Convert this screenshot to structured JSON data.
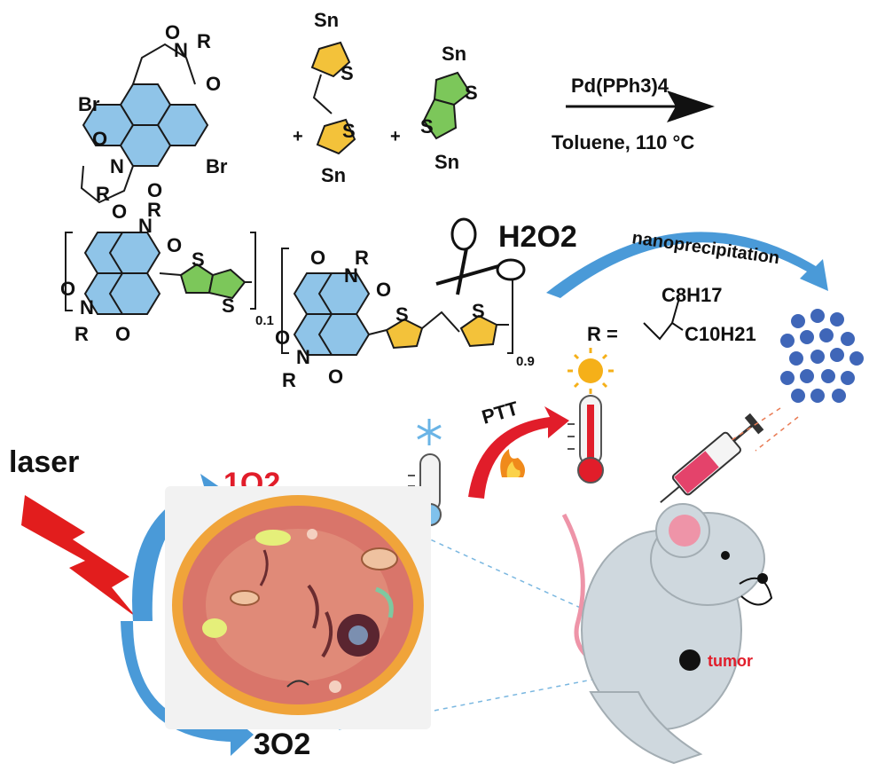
{
  "labels": {
    "catalyst": "Pd(PPh3)4",
    "conditions": "Toluene, 110 °C",
    "oxidant": "H2O2",
    "process": "nanoprecipitation",
    "r_equals": "R =",
    "r_branch_1": "C8H17",
    "r_branch_2": "C10H21",
    "subscript_a": "0.1",
    "subscript_b": "0.9",
    "therapy": "PTT",
    "light": "laser",
    "singlet_oxygen": "1O2",
    "triplet_oxygen": "3O2",
    "tumor": "tumor"
  },
  "colors": {
    "ndi_core": "#8fc4e8",
    "thiophene_vinyl": "#f3c23a",
    "thienothiophene": "#7cc75a",
    "nanoparticle": "#3f66b8",
    "accent_red": "#e11d2a",
    "arrow_blue": "#4a9ad8",
    "cell_membrane": "#f0a43a",
    "cell_interior": "#d9756a",
    "mouse_body": "#cfd8de"
  },
  "icons": [
    "scissors-icon",
    "sun-icon",
    "snowflake-icon",
    "flame-icon",
    "syringe-icon",
    "lightning-icon",
    "thermometer-hot-icon",
    "thermometer-cold-icon",
    "mouse-illustration",
    "cell-illustration"
  ]
}
